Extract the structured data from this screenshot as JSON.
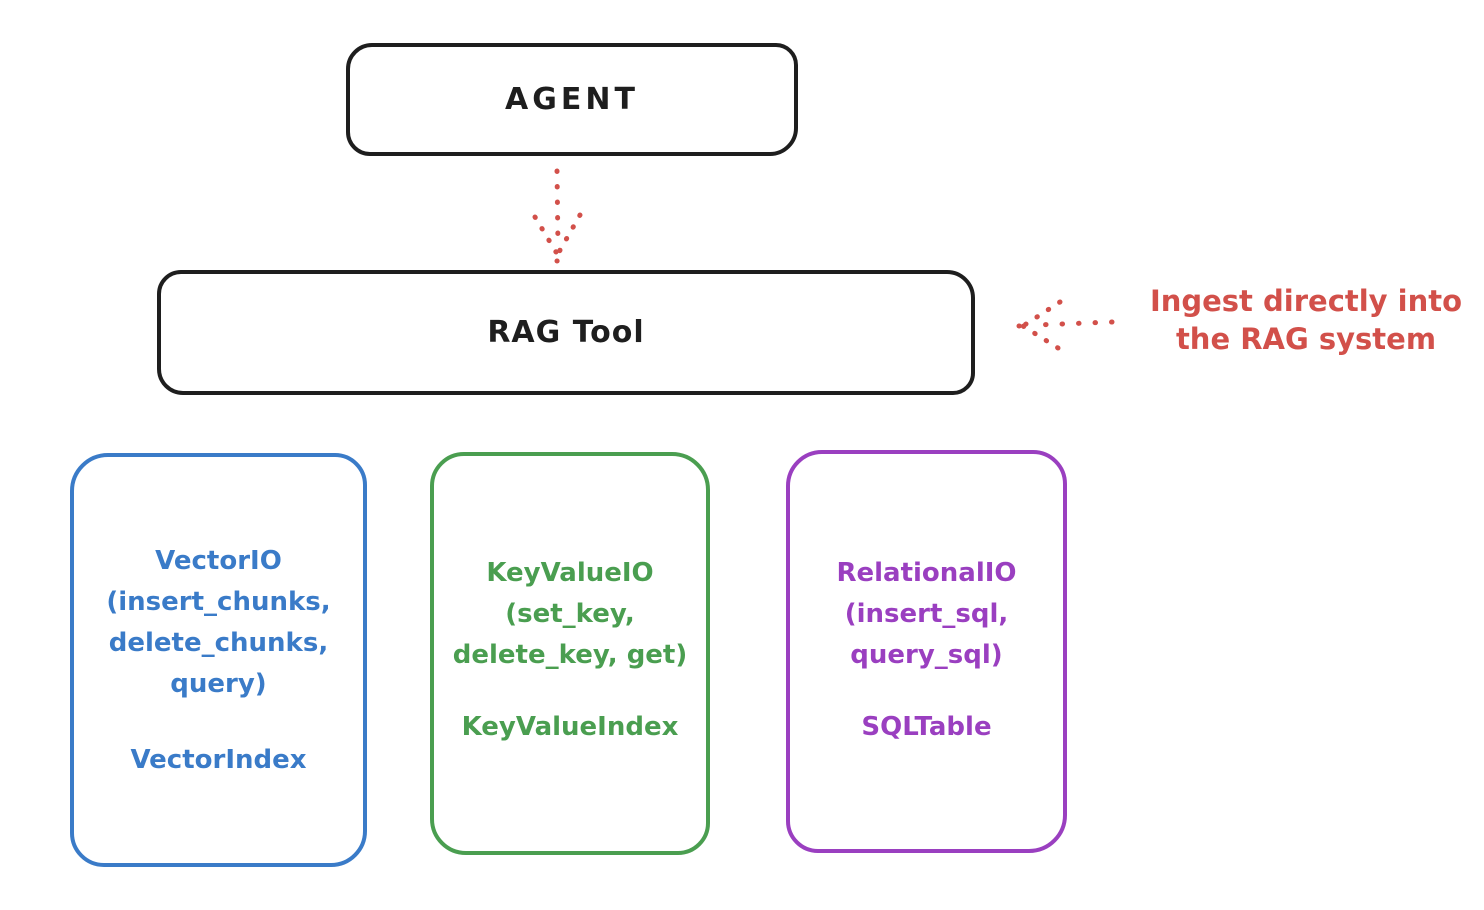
{
  "diagram": {
    "type": "architecture-sketch",
    "background": "#ffffff"
  },
  "nodes": {
    "agent": {
      "label": "AGENT",
      "stroke_color": "#1e1e1e"
    },
    "rag_tool": {
      "label": "RAG Tool",
      "stroke_color": "#1e1e1e"
    },
    "vector_io": {
      "lines": [
        "VectorIO",
        "(insert_chunks,",
        "delete_chunks,",
        "query)"
      ],
      "index_label": "VectorIndex",
      "color": "#3a7bc8"
    },
    "keyvalue_io": {
      "lines": [
        "KeyValueIO",
        "(set_key,",
        "delete_key, get)"
      ],
      "index_label": "KeyValueIndex",
      "color": "#4a9e50"
    },
    "relational_io": {
      "lines": [
        "RelationalIO",
        "(insert_sql,",
        "query_sql)"
      ],
      "index_label": "SQLTable",
      "color": "#9a3fc0"
    }
  },
  "annotation": {
    "lines": [
      "Ingest directly into",
      "the RAG system"
    ],
    "color": "#d2504a"
  },
  "arrows": {
    "agent_to_rag": {
      "style": "dotted",
      "direction": "down",
      "color": "#d2504a"
    },
    "ingest_to_rag": {
      "style": "dotted",
      "direction": "left",
      "color": "#d2504a"
    }
  }
}
